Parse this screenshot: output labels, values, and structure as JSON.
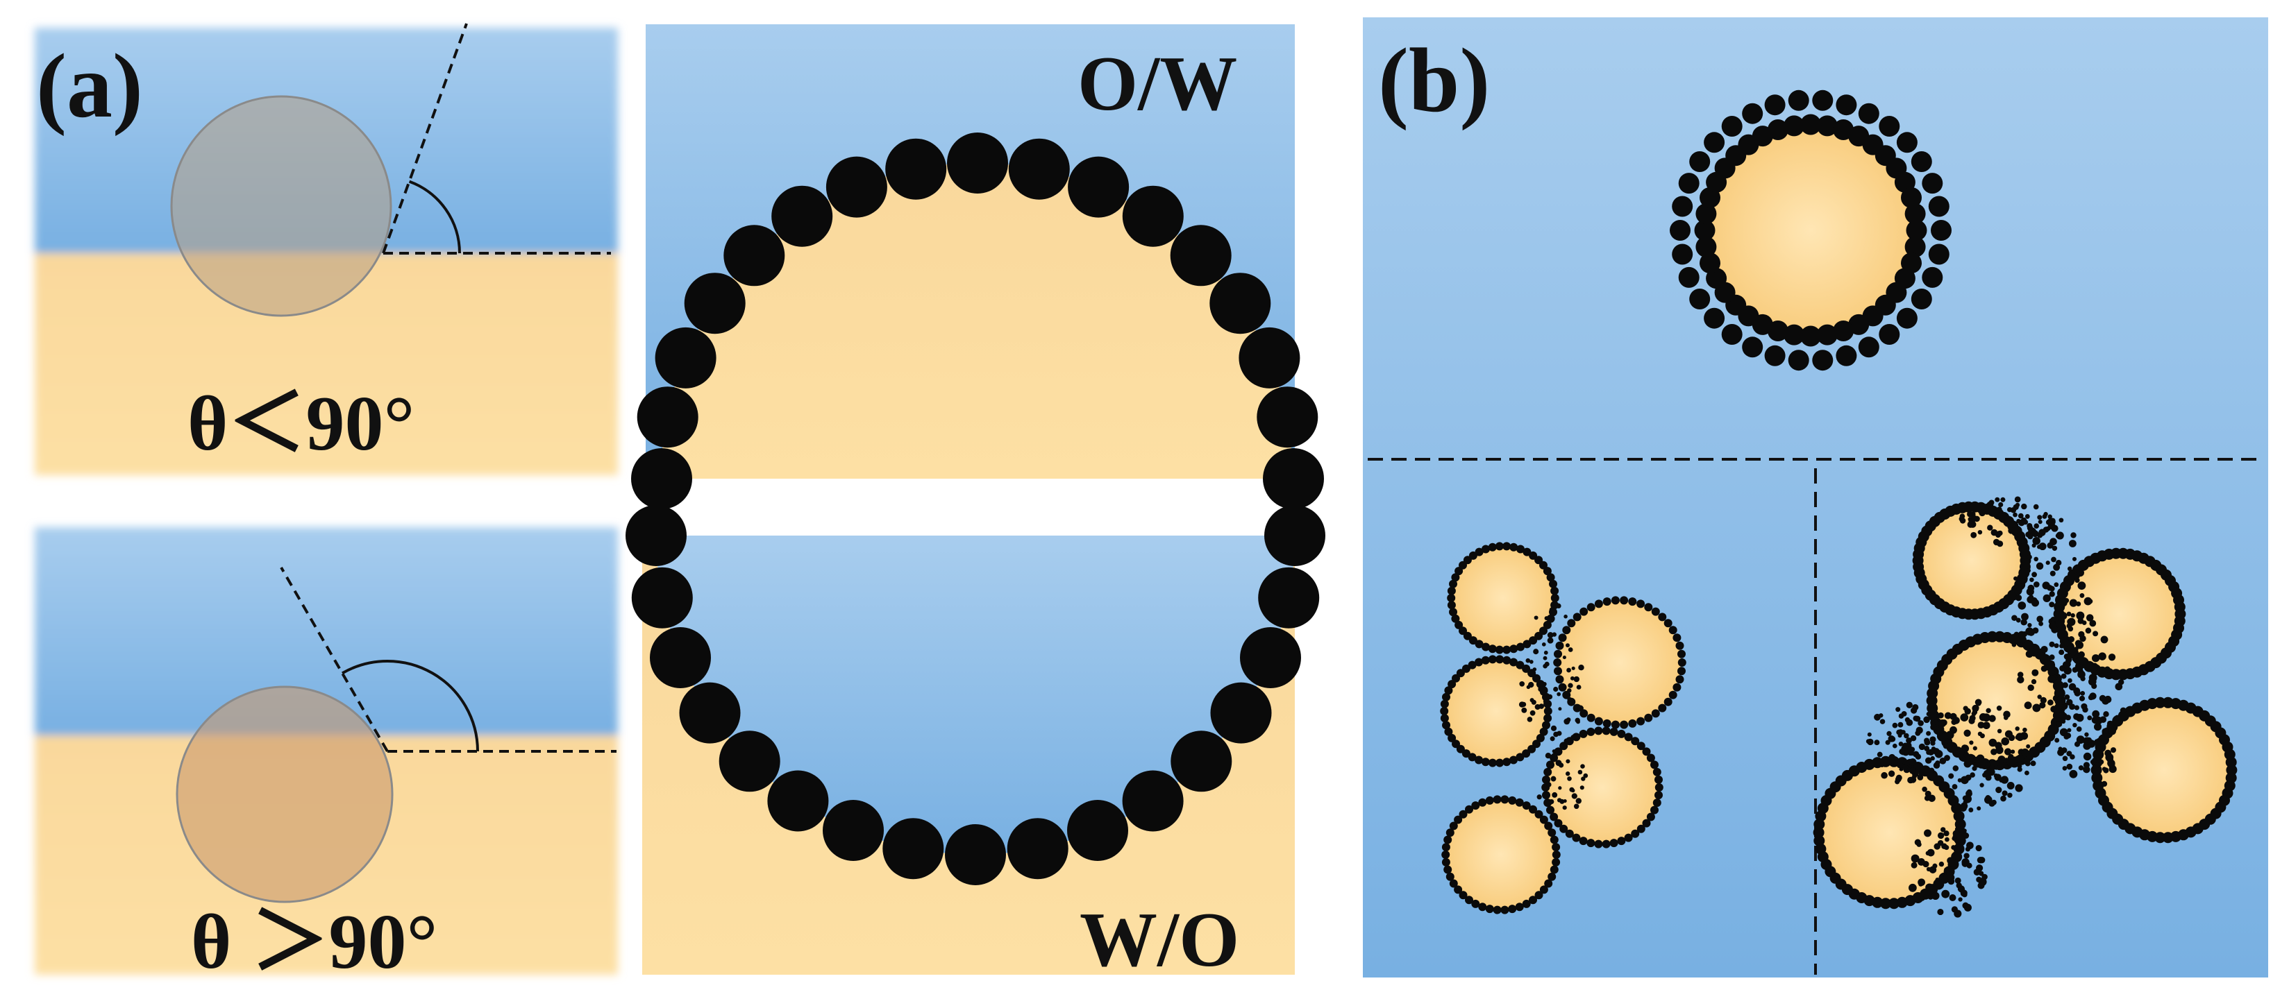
{
  "panels": {
    "a": {
      "label": "(a)"
    },
    "b": {
      "label": "(b)"
    }
  },
  "contact_angle": {
    "small": {
      "caption": "θ＜90°"
    },
    "large": {
      "caption": "θ ＞90°"
    }
  },
  "emulsion": {
    "ow": {
      "label": "O/W"
    },
    "wo": {
      "label": "W/O"
    }
  },
  "colors": {
    "water_blue": "#8cbbe6",
    "oil_orange": "#fcd591",
    "particle": "#0a0a0a",
    "line": "#111111",
    "background": "#ffffff"
  }
}
